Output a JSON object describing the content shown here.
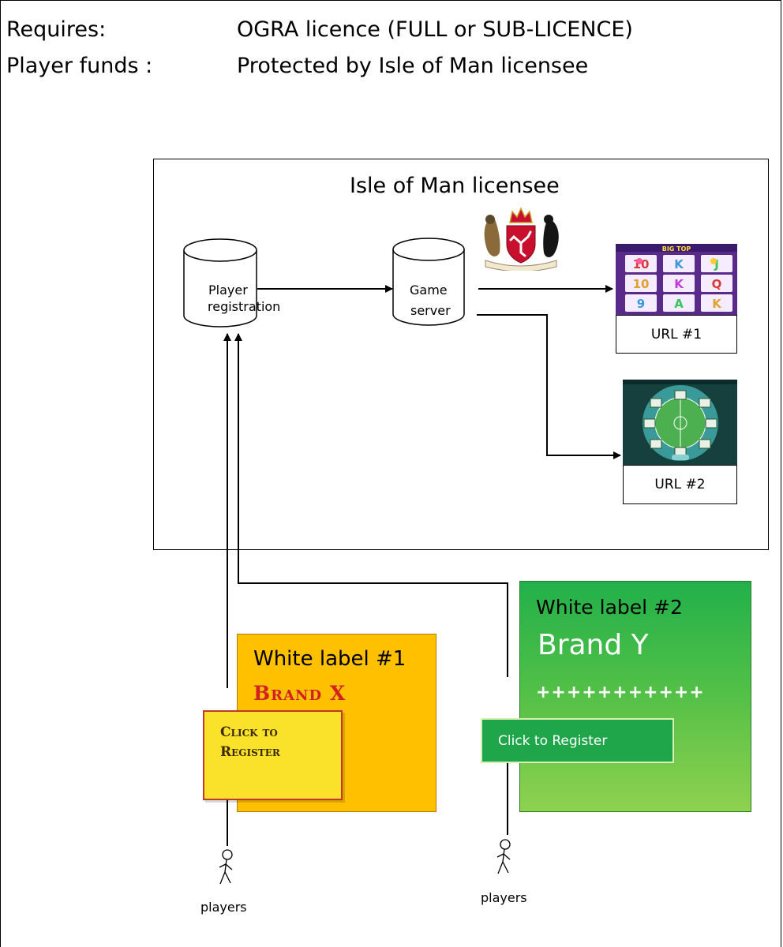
{
  "header": {
    "requires_label": "Requires:",
    "requires_value": "OGRA licence (FULL or SUB-LICENCE)",
    "funds_label": "Player funds :",
    "funds_value": "Protected by Isle of Man licensee"
  },
  "licensee": {
    "title": "Isle of Man licensee",
    "player_db": [
      "Player",
      "registration"
    ],
    "game_server": [
      "Game",
      "server"
    ],
    "url1": "URL #1",
    "url2": "URL #2",
    "slot_title": "BIG TOP",
    "slot_symbols": [
      "10",
      "K",
      "J",
      "10",
      "K",
      "Q",
      "9",
      "A",
      "K"
    ]
  },
  "white_label_1": {
    "title": "White label #1",
    "brand": "Brand X",
    "register": [
      "Click to",
      "Register"
    ]
  },
  "white_label_2": {
    "title": "White label #2",
    "brand": "Brand Y",
    "plus": "+++++++++++",
    "register": "Click to Register"
  },
  "players": {
    "label_left": "players",
    "label_right": "players"
  },
  "colors": {
    "orange": "#ffc000",
    "yellow": "#f9e229",
    "green": "#22b04a",
    "red": "#d42020"
  }
}
